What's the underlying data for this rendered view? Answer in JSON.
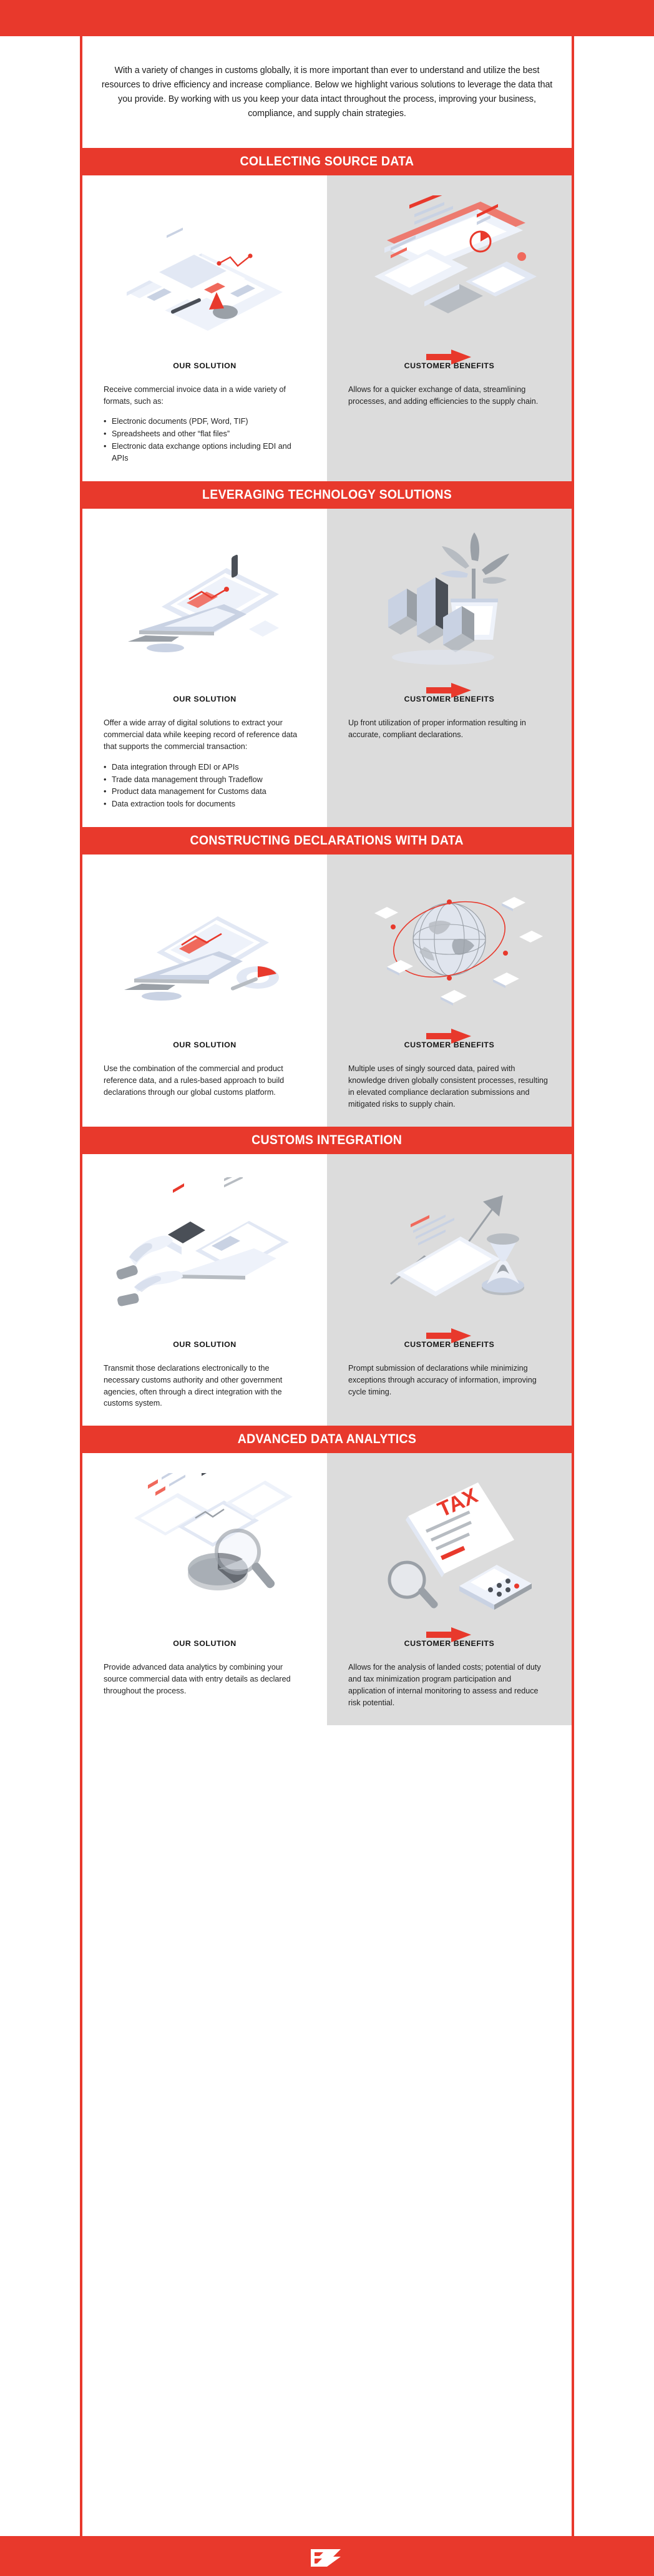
{
  "intro": {
    "paragraph": "With a variety of changes in customs globally, it is more important than ever to understand and utilize the best resources to drive efficiency and increase compliance. Below we highlight various solutions to leverage the data that you provide. By working with us you keep your data intact throughout the process, improving your business, compliance, and supply chain strategies."
  },
  "labels": {
    "our_solution": "OUR SOLUTION",
    "customer_benefits": "CUSTOMER BENEFITS"
  },
  "colors": {
    "brand_red": "#e8392c",
    "panel_gray": "#dcdcdc",
    "text_dark": "#232323"
  },
  "sections": [
    {
      "id": "collecting-source-data",
      "title": "COLLECTING SOURCE DATA",
      "solution": {
        "intro": "Receive commercial invoice data in a wide variety of formats, such as:",
        "bullets": [
          "Electronic documents (PDF, Word, TIF)",
          "Spreadsheets and other “flat files”",
          "Electronic data exchange options including EDI and APIs"
        ]
      },
      "benefits": {
        "intro": "Allows for a quicker exchange of data, streamlining processes, and adding efficiencies to the supply chain.",
        "bullets": []
      }
    },
    {
      "id": "leveraging-technology-solutions",
      "title": "LEVERAGING TECHNOLOGY SOLUTIONS",
      "solution": {
        "intro": "Offer a wide array of digital solutions to extract your commercial data while keeping record of reference data that supports the commercial transaction:",
        "bullets": [
          "Data integration through EDI or APIs",
          "Trade data management through Tradeflow",
          "Product data management for Customs data",
          "Data extraction tools for documents"
        ]
      },
      "benefits": {
        "intro": "Up front utilization of proper information resulting in accurate, compliant declarations.",
        "bullets": []
      }
    },
    {
      "id": "constructing-declarations-with-data",
      "title": "CONSTRUCTING DECLARATIONS WITH DATA",
      "solution": {
        "intro": "Use the combination of the commercial and product reference data, and a rules-based approach to build declarations through our global customs platform.",
        "bullets": []
      },
      "benefits": {
        "intro": "Multiple uses of singly sourced data, paired with knowledge driven globally consistent processes, resulting in elevated compliance declaration submissions and mitigated risks to supply chain.",
        "bullets": []
      }
    },
    {
      "id": "customs-integration",
      "title": "CUSTOMS INTEGRATION",
      "solution": {
        "intro": "Transmit those declarations electronically to the necessary customs authority and other government agencies, often through a direct integration with the customs system.",
        "bullets": []
      },
      "benefits": {
        "intro": "Prompt submission of declarations while minimizing exceptions through accuracy of information, improving cycle timing.",
        "bullets": []
      }
    },
    {
      "id": "advanced-data-analytics",
      "title": "ADVANCED DATA ANALYTICS",
      "solution": {
        "intro": "Provide advanced data analytics by combining your source commercial data with entry details as declared throughout the process.",
        "bullets": []
      },
      "benefits": {
        "intro": "Allows for the analysis of landed costs; potential of duty and tax minimization program participation and application of internal monitoring to assess and reduce risk potential.",
        "bullets": []
      }
    }
  ],
  "illustrations": {
    "section_1_left": "desk-documents-isometric",
    "section_1_right": "dashboard-screen-isometric",
    "section_2_left": "laptop-chart-isometric",
    "section_2_right": "bar-chart-plant-isometric",
    "section_3_left": "laptop-donut-chart-isometric",
    "section_3_right": "globe-network-isometric",
    "section_4_left": "hands-phone-laptop-isometric",
    "section_4_right": "document-hourglass-growth-isometric",
    "section_5_left": "clipboard-pie-magnifier-isometric",
    "section_5_right": "tax-document-calculator-isometric"
  },
  "footer": {
    "logo": "flag-mark-logo"
  }
}
